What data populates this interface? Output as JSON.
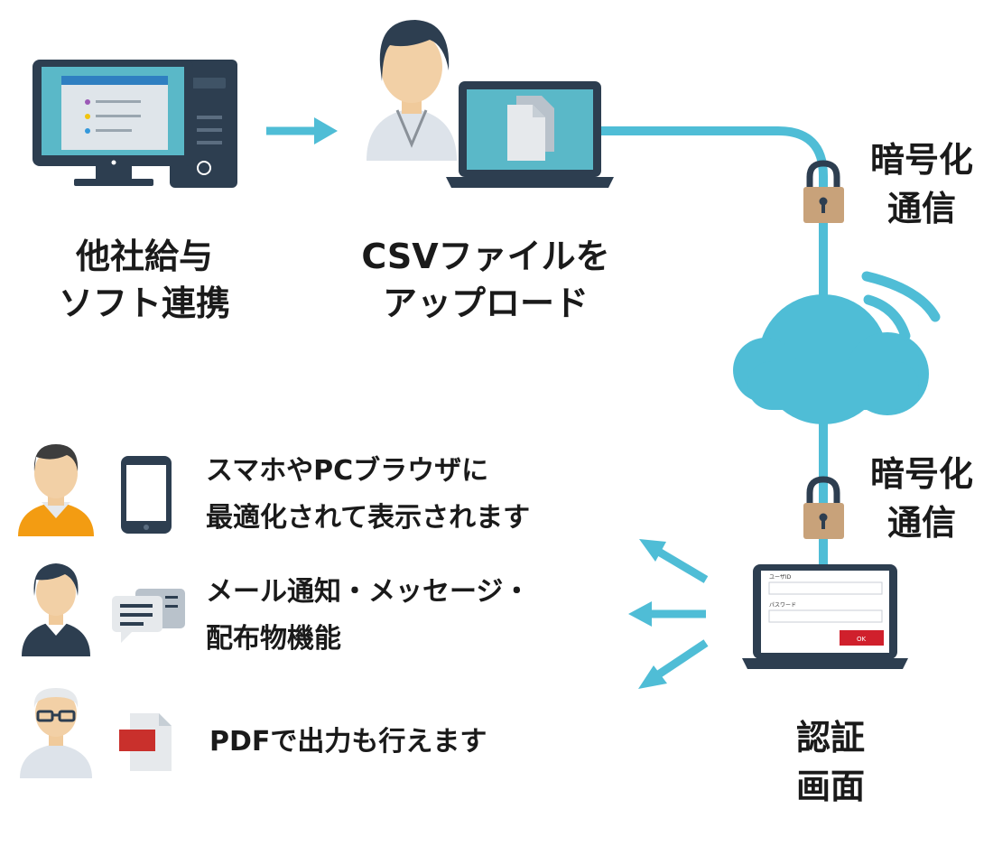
{
  "labels": {
    "payroll_line1": "他社給与",
    "payroll_line2": "ソフト連携",
    "upload_line1": "CSVファイルを",
    "upload_line2": "アップロード",
    "enc1_line1": "暗号化",
    "enc1_line2": "通信",
    "enc2_line1": "暗号化",
    "enc2_line2": "通信",
    "auth_line1": "認証",
    "auth_line2": "画面"
  },
  "features": [
    {
      "line1": "スマホやPCブラウザに",
      "line2": "最適化されて表示されます"
    },
    {
      "line1": "メール通知・メッセージ・",
      "line2": "配布物機能"
    },
    {
      "line1": "PDFで出力も行えます",
      "line2": ""
    }
  ],
  "login": {
    "user_label": "ユーザID",
    "password_label": "パスワード",
    "ok_label": "OK"
  },
  "colors": {
    "accent": "#4fbdd6",
    "dark": "#2d3e50",
    "lock": "#c8a27a",
    "ok_button": "#d0202c",
    "pdf_badge": "#c9302c"
  }
}
